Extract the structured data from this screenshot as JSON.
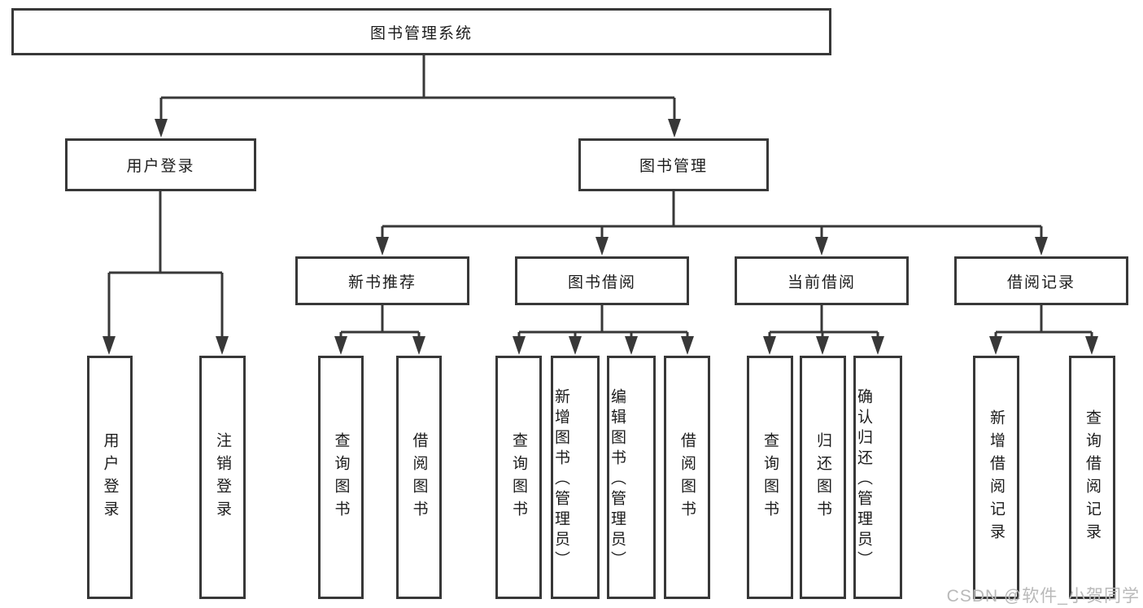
{
  "diagram": {
    "nodes": {
      "root": "图书管理系统",
      "user_login": "用户登录",
      "book_management": "图书管理",
      "new_book_recommend": "新书推荐",
      "book_borrowing": "图书借阅",
      "current_borrowing": "当前借阅",
      "borrowing_records": "借阅记录",
      "leaf_user_login": "用户登录",
      "leaf_logout": "注销登录",
      "leaf_nb_query_books": "查询图书",
      "leaf_nb_borrow_books": "借阅图书",
      "leaf_bb_query_books": "查询图书",
      "leaf_bb_add_books": "新增图书（管理员）",
      "leaf_bb_edit_books": "编辑图书（管理员）",
      "leaf_bb_borrow_books": "借阅图书",
      "leaf_cb_query_books": "查询图书",
      "leaf_cb_return_books": "归还图书",
      "leaf_cb_confirm_return": "确认归还（管理员）",
      "leaf_br_add_record": "新增借阅记录",
      "leaf_br_query_record": "查询借阅记录"
    },
    "hierarchy": {
      "图书管理系统": {
        "用户登录": [
          "用户登录",
          "注销登录"
        ],
        "图书管理": {
          "新书推荐": [
            "查询图书",
            "借阅图书"
          ],
          "图书借阅": [
            "查询图书",
            "新增图书（管理员）",
            "编辑图书（管理员）",
            "借阅图书"
          ],
          "当前借阅": [
            "查询图书",
            "归还图书",
            "确认归还（管理员）"
          ],
          "借阅记录": [
            "新增借阅记录",
            "查询借阅记录"
          ]
        }
      }
    },
    "colors": {
      "line": "#383838",
      "box_border": "#383838",
      "text": "#1c1c1c",
      "background": "#ffffff",
      "watermark": "#b9b9b9"
    }
  },
  "watermark": "CSDN @软件_小贺同学"
}
